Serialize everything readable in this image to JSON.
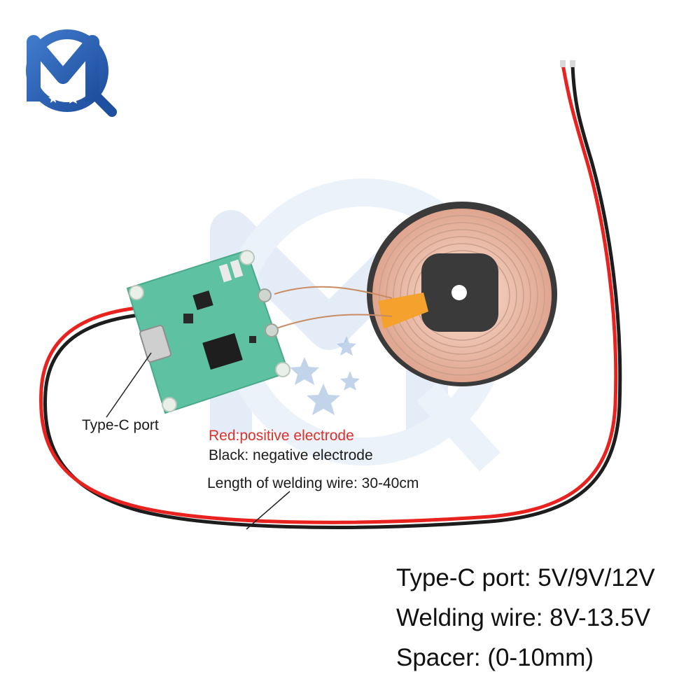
{
  "colors": {
    "wire_red": "#e8231f",
    "wire_black": "#1d1d1d",
    "pcb_green": "#5ec2a2",
    "coil_copper": "#e7b7a4",
    "coil_center": "#3a3a3a",
    "flex_tape": "#f4a22d",
    "logo_blue": "#2f63b8",
    "red_text": "#d9322b"
  },
  "logo": {
    "text": "MQ",
    "icon": "mq-brand-logo"
  },
  "labels": {
    "type_c_port": "Type-C port",
    "red_electrode": "Red:positive electrode",
    "black_electrode": "Black: negative electrode",
    "wire_length": "Length of welding wire: 30-40cm"
  },
  "specs": [
    "Type-C port: 5V/9V/12V",
    "Welding wire: 8V-13.5V",
    "Spacer: (0-10mm)"
  ]
}
